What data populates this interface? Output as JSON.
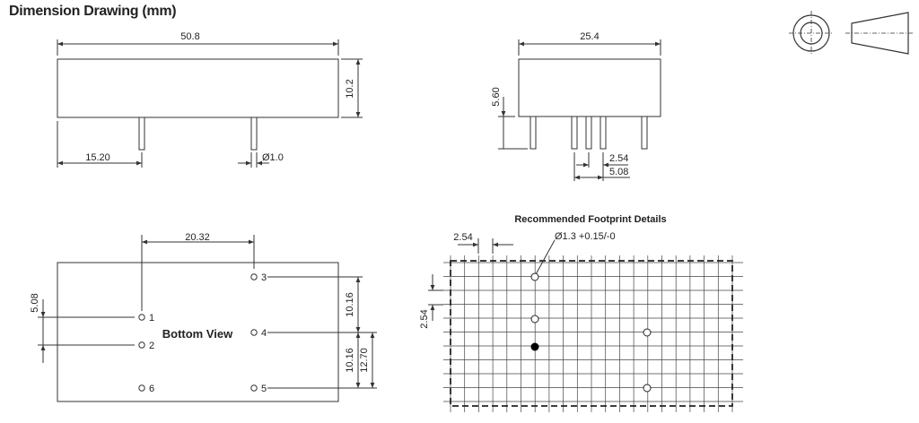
{
  "title": "Dimension Drawing (mm)",
  "colors": {
    "line": "#333333",
    "pin_fill": "#ffffff",
    "pin_filled": "#000000"
  },
  "front_view": {
    "length": "50.8",
    "height": "10.2",
    "pin_offset": "15.20",
    "pin_diameter": "Ø1.0"
  },
  "side_view": {
    "width": "25.4",
    "pin_length": "5.60",
    "pin_pitch_1": "2.54",
    "pin_pitch_2": "5.08"
  },
  "bottom_view": {
    "label": "Bottom View",
    "row_spacing": "20.32",
    "pin_gap_left": "5.08",
    "pin_gap_right_1": "10.16",
    "pin_gap_right_2": "10.16",
    "pin_gap_right_total": "12.70",
    "pins": [
      "1",
      "2",
      "6",
      "3",
      "4",
      "5"
    ]
  },
  "footprint": {
    "title": "Recommended Footprint Details",
    "grid_pitch_x": "2.54",
    "grid_pitch_y": "2.54",
    "hole_spec": "Ø1.3 +0.15/-0"
  },
  "projection_symbol": {
    "name": "first-angle-projection-icon"
  }
}
